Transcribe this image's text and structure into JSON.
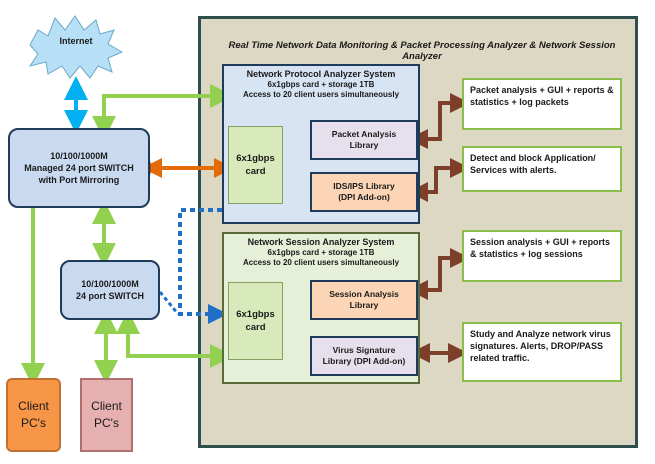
{
  "title": "Real Time Network Data Monitoring & Packet Processing Analyzer & Network Session Analyzer",
  "internet": "Internet",
  "switch_main": [
    "10/100/1000M",
    "Managed 24 port SWITCH",
    "with Port Mirroring"
  ],
  "switch_small": [
    "10/100/1000M",
    "24 port SWITCH"
  ],
  "client1": [
    "Client",
    "PC's"
  ],
  "client2": [
    "Client",
    "PC's"
  ],
  "npa": {
    "title": "Network Protocol Analyzer System",
    "line1": "6x1gbps card + storage 1TB",
    "line2": "Access to 20 client users simultaneously",
    "card": [
      "6x1gbps",
      "card"
    ],
    "lib1": [
      "Packet Analysis",
      "Library"
    ],
    "lib2": [
      "IDS/IPS Library",
      "(DPI Add-on)"
    ]
  },
  "nsa": {
    "title": "Network Session Analyzer System",
    "line1": "6x1gbps card + storage 1TB",
    "line2": "Access to 20 client users simultaneously",
    "card": [
      "6x1gbps",
      "card"
    ],
    "lib1": [
      "Session Analysis",
      "Library"
    ],
    "lib2": [
      "Virus Signature",
      "Library (DPI Add-on)"
    ]
  },
  "desc1": "Packet analysis + GUI + reports & statistics + log packets",
  "desc2": "Detect and block Application/ Services with alerts.",
  "desc3": "Session analysis + GUI + reports & statistics + log sessions",
  "desc4": "Study and Analyze network virus signatures. Alerts, DROP/PASS related traffic.",
  "colors": {
    "green_arrow": "#92d050",
    "blue_arrow": "#00b0f0",
    "orange_arrow": "#e36c09",
    "brown_arrow": "#7b3f2a",
    "dotted_blue": "#1f6fc6",
    "cloud": "#b7e0f7",
    "client1": "#f79646",
    "client2": "#e6b0b0",
    "lib_lilac": "#e6e0ec",
    "lib_orange": "#fbd5b5"
  }
}
